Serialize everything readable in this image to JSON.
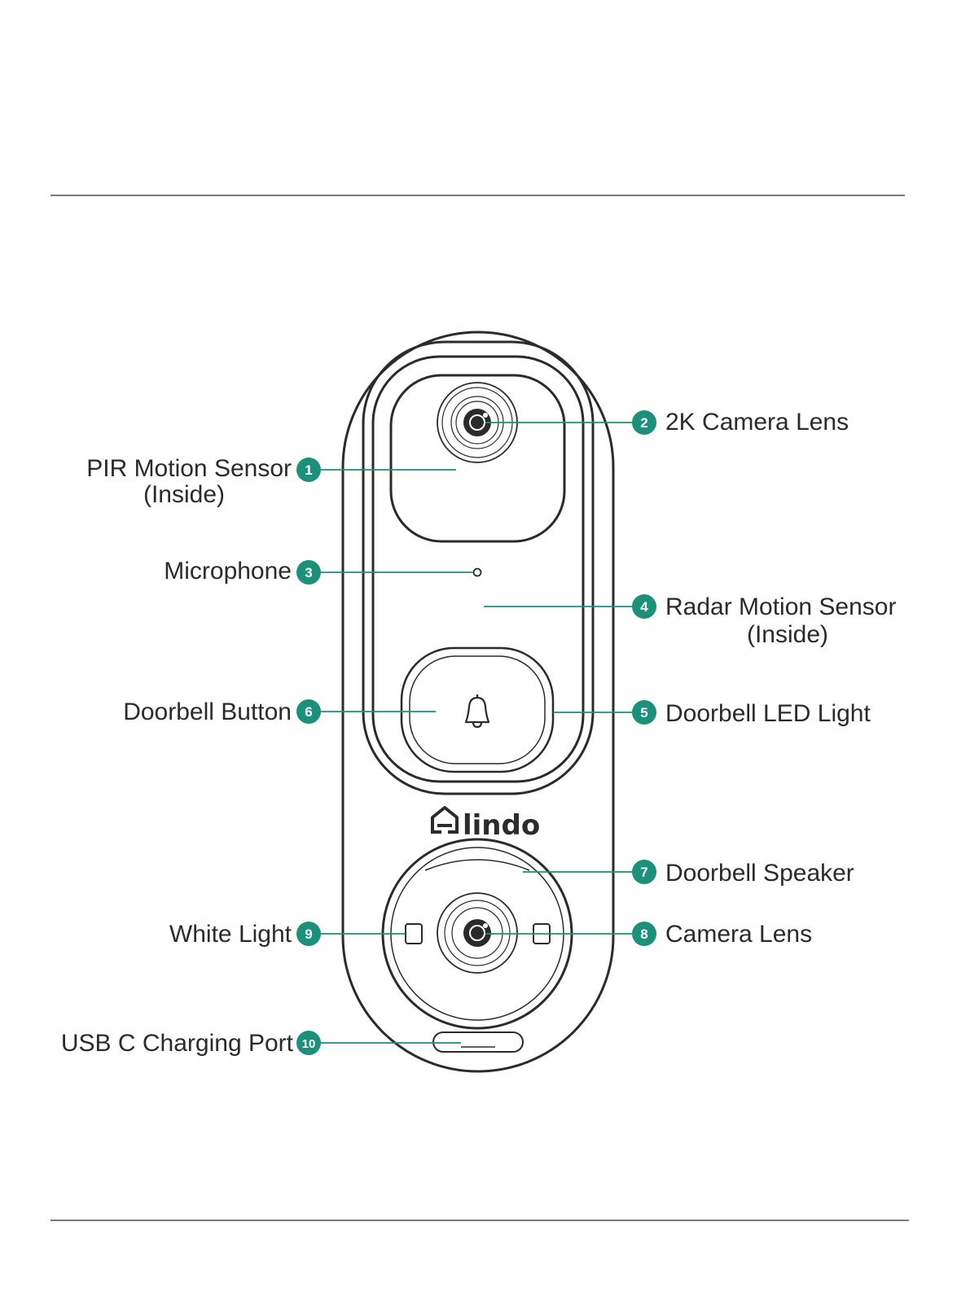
{
  "brand": {
    "logo_text": "lindo"
  },
  "colors": {
    "accent": "#1a9178",
    "outline": "#2b2b2b",
    "rule": "#2b2b2b"
  },
  "callouts": [
    {
      "num": "1",
      "label": "PIR Motion Sensor",
      "sublabel": "(Inside)"
    },
    {
      "num": "2",
      "label": "2K Camera Lens"
    },
    {
      "num": "3",
      "label": "Microphone"
    },
    {
      "num": "4",
      "label": "Radar Motion Sensor",
      "sublabel": "(Inside)"
    },
    {
      "num": "5",
      "label": "Doorbell LED Light"
    },
    {
      "num": "6",
      "label": "Doorbell Button"
    },
    {
      "num": "7",
      "label": "Doorbell Speaker"
    },
    {
      "num": "8",
      "label": "Camera Lens"
    },
    {
      "num": "9",
      "label": "White Light"
    },
    {
      "num": "10",
      "label": "USB C Charging Port"
    }
  ]
}
